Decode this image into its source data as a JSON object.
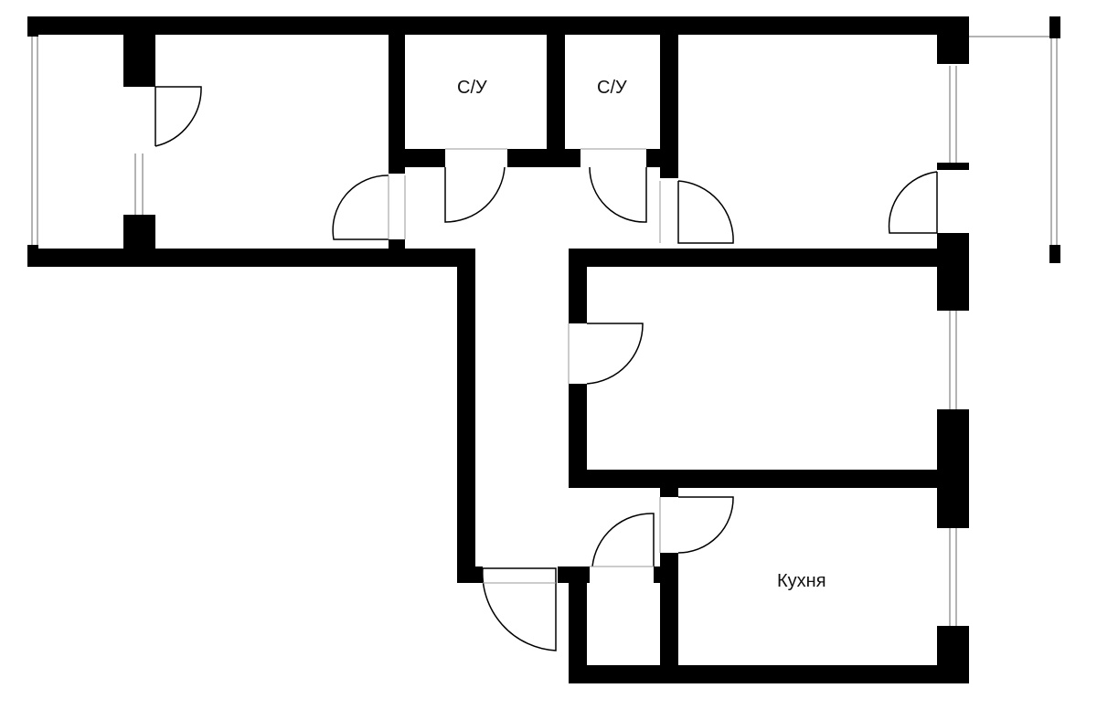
{
  "plan": {
    "labels": {
      "bathroom_1": "С/У",
      "bathroom_2": "С/У",
      "kitchen": "Кухня"
    },
    "colors": {
      "wall": "#000000",
      "thin_line": "#9a9a9a",
      "background": "#ffffff"
    }
  }
}
